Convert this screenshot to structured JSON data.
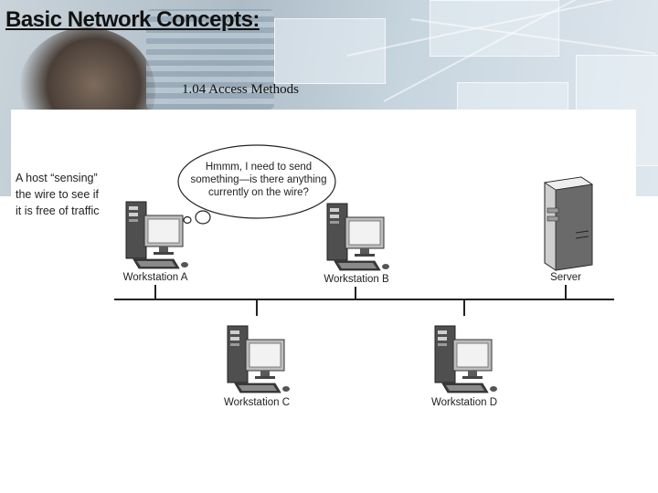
{
  "slide": {
    "title": "Basic Network Concepts:",
    "subtitle": "1.04 Access Methods"
  },
  "diagram": {
    "annotation_lines": [
      "A host “sensing”",
      "the wire to see if",
      "it is free of traffic"
    ],
    "thought_bubble_lines": [
      "Hmmm, I need to send",
      "something—is there anything",
      "currently on the wire?"
    ],
    "nodes": {
      "workstation_a": "Workstation A",
      "workstation_b": "Workstation B",
      "server": "Server",
      "workstation_c": "Workstation C",
      "workstation_d": "Workstation D"
    }
  },
  "colors": {
    "title_text": "#111111",
    "wire": "#222222",
    "computer_dark": "#5a5a5a",
    "computer_light": "#d9d9d9",
    "monitor_screen": "#f2f2f2"
  }
}
